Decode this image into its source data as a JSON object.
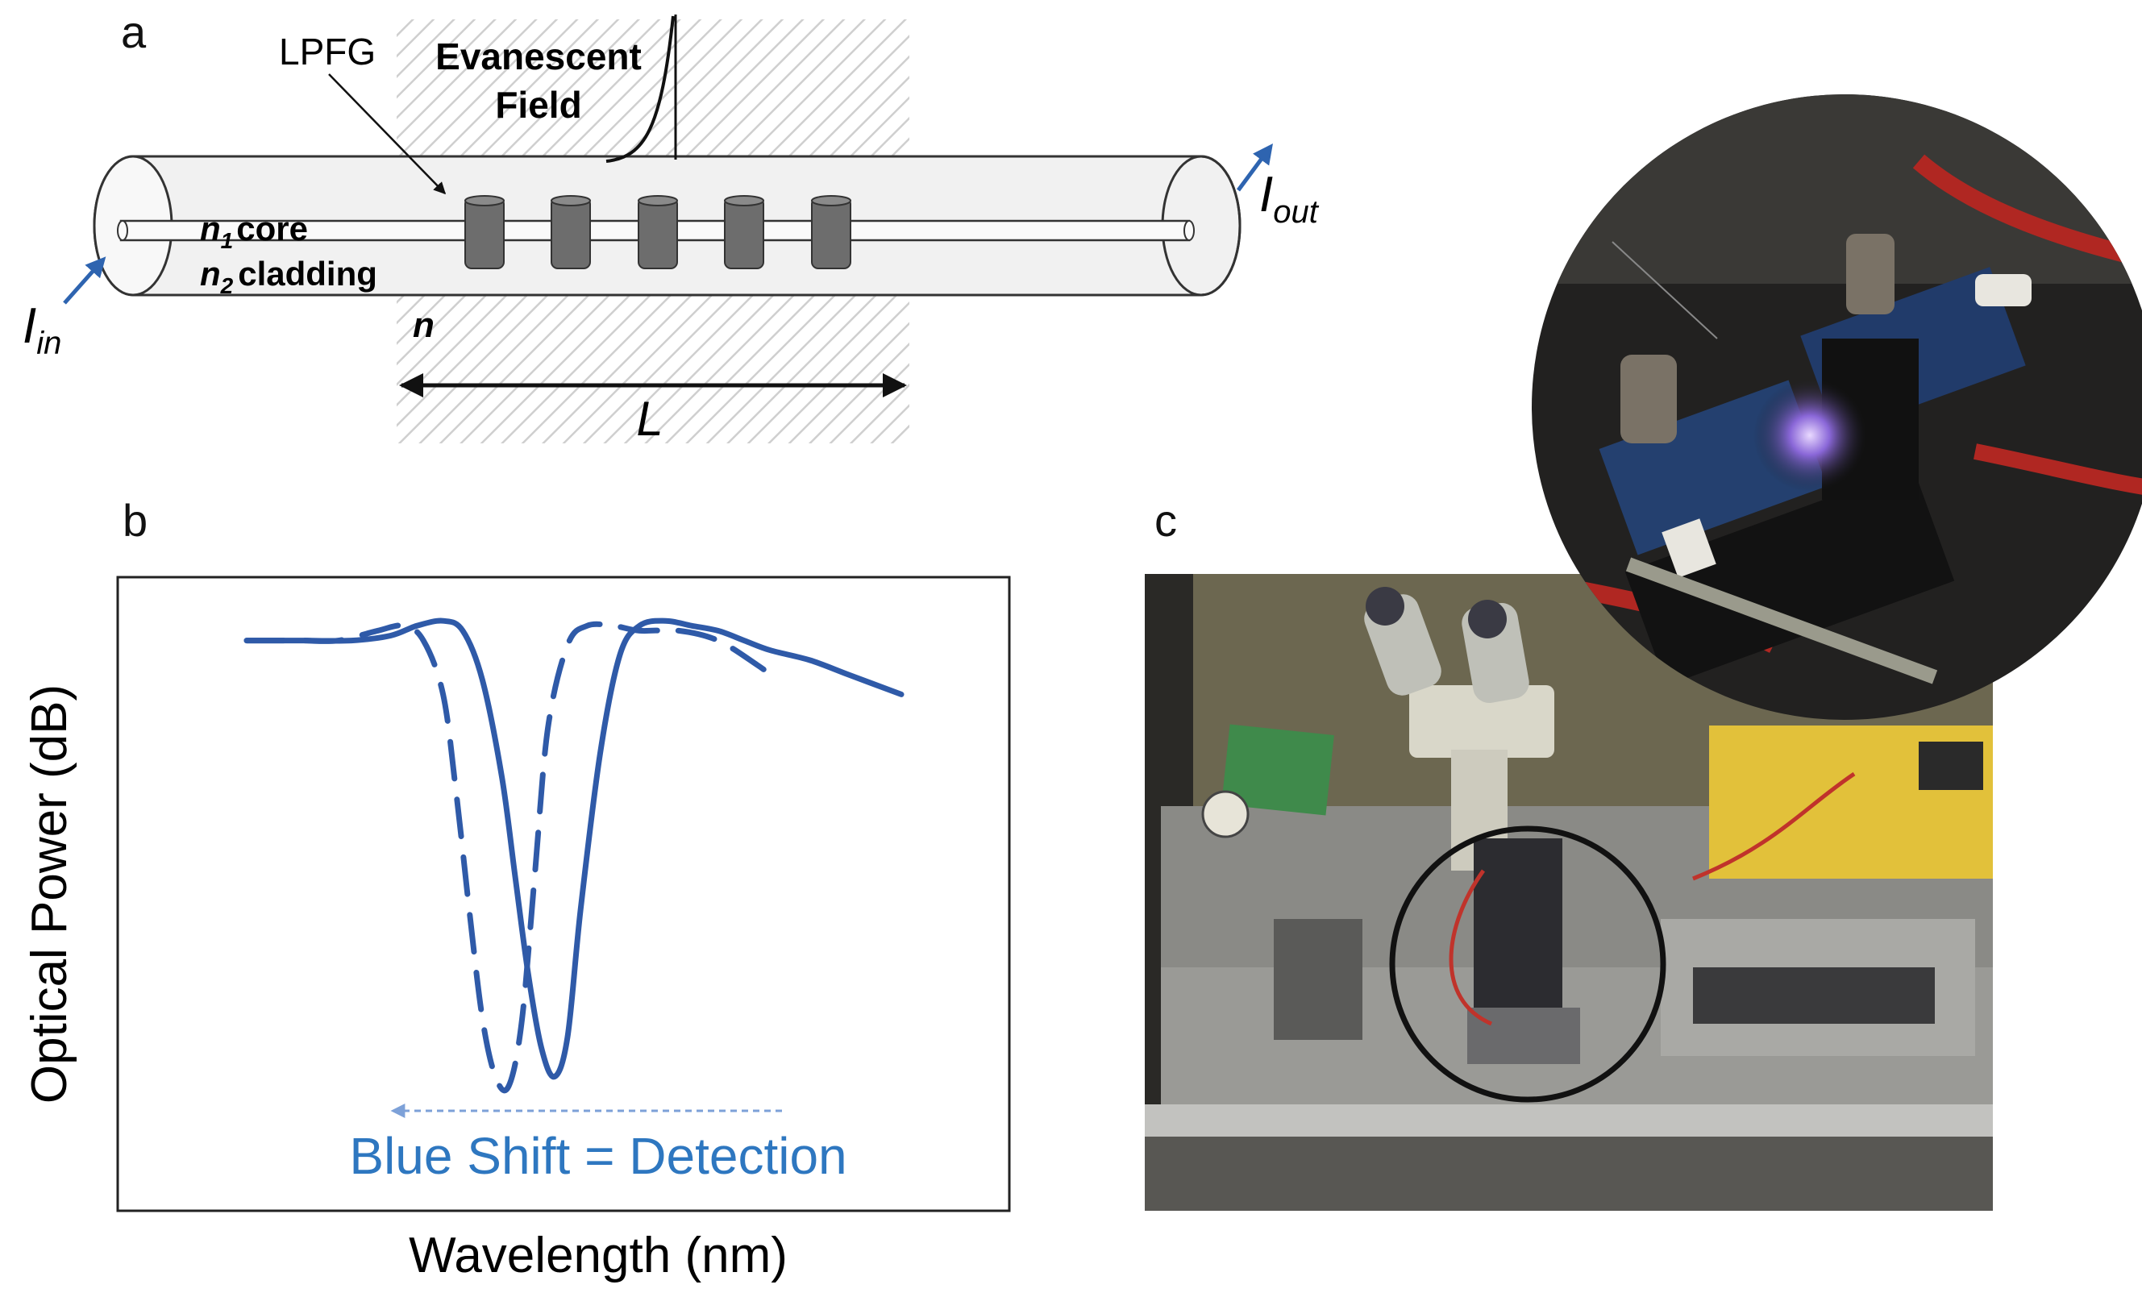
{
  "panels": {
    "a": {
      "letter": "a",
      "lpfg_label": "LPFG",
      "evanescent_line1": "Evanescent",
      "evanescent_line2": "Field",
      "core_sub": "1",
      "core_text": "core",
      "cladding_sub": "2",
      "cladding_text": "cladding",
      "n_symbol": "n",
      "surround_label": "n",
      "length_label": "L",
      "i_symbol": "I",
      "in_sub": "in",
      "out_sub": "out",
      "grating_count": 5,
      "colors": {
        "fiber_fill": "#f1f1f1",
        "grating": "#6d6d6d",
        "arrow_blue": "#2e64b0",
        "hatch": "#cfcfcf"
      }
    },
    "b": {
      "letter": "b",
      "ylabel": "Optical Power (dB)",
      "xlabel": "Wavelength (nm)",
      "caption": "Blue Shift = Detection",
      "colors": {
        "curve": "#2f5aa8",
        "caption": "#2e77c0",
        "shift_arrow": "#7da1d8"
      }
    },
    "c": {
      "letter": "c"
    }
  },
  "chart_data": {
    "type": "line",
    "title": "",
    "xlabel": "Wavelength (nm)",
    "ylabel": "Optical Power (dB)",
    "xlim": [
      0,
      100
    ],
    "ylim": [
      0,
      100
    ],
    "grid": false,
    "series": [
      {
        "style": "solid",
        "x": [
          0,
          8,
          16,
          22,
          26,
          30,
          33,
          36,
          39,
          41,
          43,
          45,
          47,
          49,
          51,
          54,
          57,
          60,
          64,
          68,
          72,
          76,
          80,
          86,
          92,
          100
        ],
        "y": [
          93,
          93,
          93,
          94,
          96,
          97,
          95,
          85,
          65,
          45,
          25,
          10,
          4,
          12,
          38,
          70,
          90,
          96,
          97,
          96,
          95,
          93,
          91,
          89,
          86,
          82
        ]
      },
      {
        "style": "dashed",
        "x": [
          0,
          8,
          14,
          20,
          24,
          27,
          30,
          32,
          34,
          36,
          38,
          40,
          42,
          44,
          46,
          49,
          52,
          56,
          60,
          66,
          72,
          78,
          80
        ],
        "y": [
          93,
          93,
          93,
          95,
          96,
          93,
          82,
          62,
          38,
          16,
          4,
          2,
          15,
          45,
          75,
          92,
          96,
          96,
          95,
          95,
          93,
          88,
          86
        ]
      }
    ]
  }
}
